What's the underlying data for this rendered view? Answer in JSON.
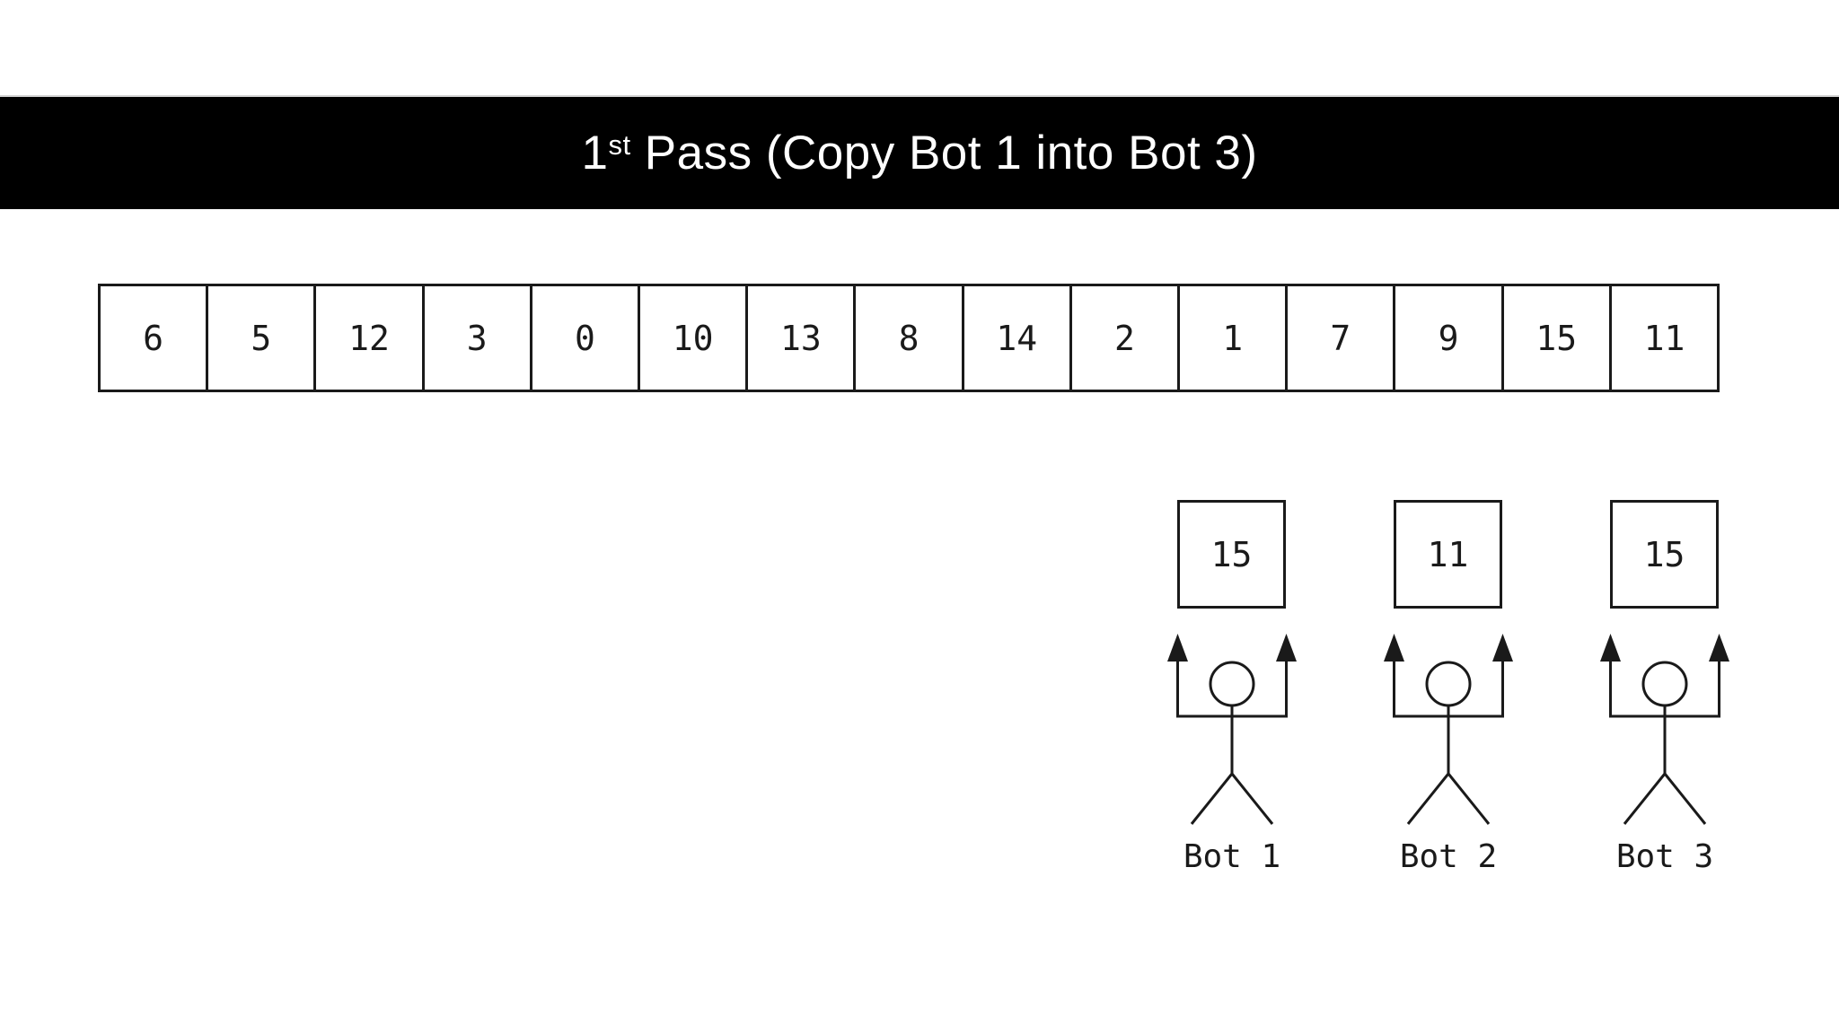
{
  "title": {
    "number": "1",
    "ordinal_suffix": "st",
    "text": " Pass (Copy Bot 1 into Bot 3)"
  },
  "array": {
    "cells": [
      "6",
      "5",
      "12",
      "3",
      "0",
      "10",
      "13",
      "8",
      "14",
      "2",
      "1",
      "7",
      "9",
      "15",
      "11"
    ]
  },
  "bots": [
    {
      "label": "Bot 1",
      "value": "15"
    },
    {
      "label": "Bot 2",
      "value": "11"
    },
    {
      "label": "Bot 3",
      "value": "15"
    }
  ],
  "colors": {
    "banner_background": "#000000",
    "banner_text": "#ffffff",
    "line": "#1a1a1a",
    "page_background": "#ffffff"
  }
}
